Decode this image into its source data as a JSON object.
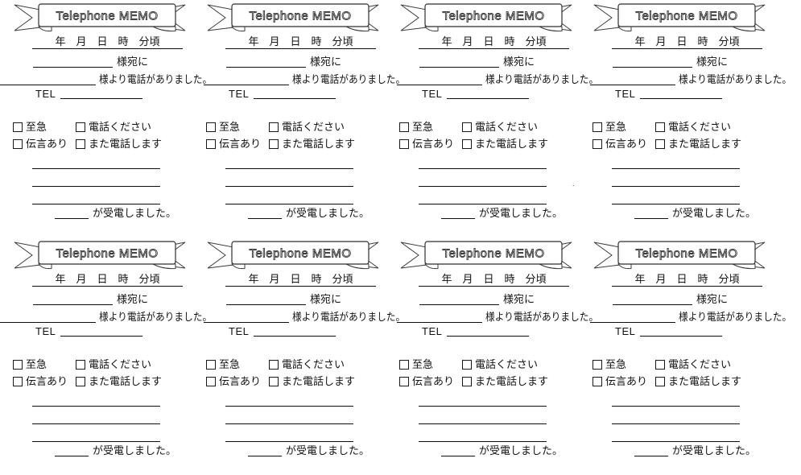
{
  "page": {
    "stray_period": "."
  },
  "card": {
    "banner_title": "Telephone MEMO",
    "date_line": "年　月　日　時　分頃",
    "addressee_suffix": "様宛に",
    "caller_suffix": "様より電話がありました。",
    "tel_label": "TEL",
    "checkboxes": [
      {
        "name": "urgent",
        "label": "至急"
      },
      {
        "name": "please-call",
        "label": "電話ください"
      },
      {
        "name": "has-message",
        "label": "伝言あり"
      },
      {
        "name": "will-call-again",
        "label": "また電話します"
      }
    ],
    "received_suffix": "が受電しました。"
  }
}
